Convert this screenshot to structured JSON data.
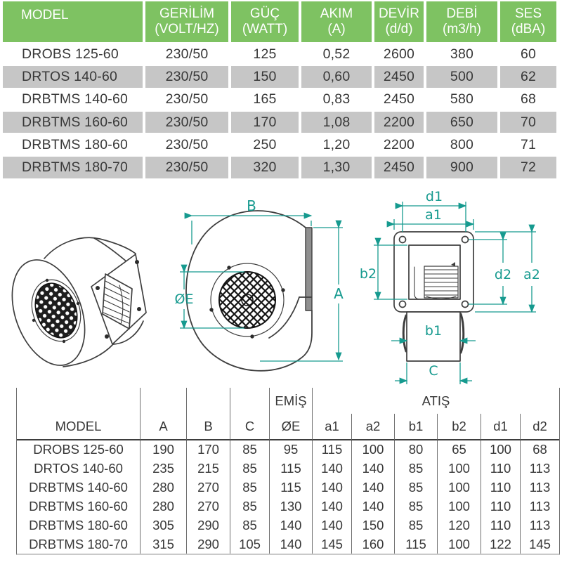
{
  "colors": {
    "header_green": "#7ec262",
    "row_gray": "#c6c6c6",
    "teal": "#169a8f",
    "ink": "#383838",
    "grid": "#6f6f6f"
  },
  "spec_table": {
    "headers": [
      {
        "label": "MODEL",
        "sub": ""
      },
      {
        "label": "GERİLİM",
        "sub": "(VOLT/HZ)"
      },
      {
        "label": "GÜÇ",
        "sub": "(WATT)"
      },
      {
        "label": "AKIM",
        "sub": "(A)"
      },
      {
        "label": "DEVİR",
        "sub": "(d/d)"
      },
      {
        "label": "DEBİ",
        "sub": "(m3/h)"
      },
      {
        "label": "SES",
        "sub": "(dBA)"
      }
    ],
    "rows": [
      [
        "DROBS 125-60",
        "230/50",
        "125",
        "0,52",
        "2600",
        "380",
        "60"
      ],
      [
        "DRTOS 140-60",
        "230/50",
        "150",
        "0,60",
        "2450",
        "500",
        "62"
      ],
      [
        "DRBTMS 140-60",
        "230/50",
        "165",
        "0,83",
        "2450",
        "580",
        "68"
      ],
      [
        "DRBTMS 160-60",
        "230/50",
        "170",
        "1,08",
        "2200",
        "650",
        "70"
      ],
      [
        "DRBTMS 180-60",
        "230/50",
        "250",
        "1,20",
        "2200",
        "800",
        "71"
      ],
      [
        "DRBTMS 180-70",
        "230/50",
        "320",
        "1,30",
        "2450",
        "900",
        "72"
      ]
    ]
  },
  "drawings": {
    "labels": {
      "b_width": "B",
      "a_height": "A",
      "oe": "ØE",
      "d1": "d1",
      "a1": "a1",
      "b2": "b2",
      "d2": "d2",
      "a2": "a2",
      "b1": "b1",
      "c": "C"
    }
  },
  "dim_table": {
    "group_headers": {
      "emis": "EMİŞ",
      "atis": "ATIŞ"
    },
    "headers": [
      "MODEL",
      "A",
      "B",
      "C",
      "ØE",
      "a1",
      "a2",
      "b1",
      "b2",
      "d1",
      "d2"
    ],
    "rows": [
      [
        "DROBS 125-60",
        "190",
        "170",
        "85",
        "95",
        "115",
        "100",
        "80",
        "65",
        "100",
        "68"
      ],
      [
        "DRTOS 140-60",
        "235",
        "215",
        "85",
        "115",
        "140",
        "140",
        "85",
        "100",
        "110",
        "113"
      ],
      [
        "DRBTMS 140-60",
        "280",
        "270",
        "85",
        "115",
        "140",
        "140",
        "85",
        "100",
        "110",
        "113"
      ],
      [
        "DRBTMS 160-60",
        "280",
        "270",
        "85",
        "130",
        "140",
        "140",
        "85",
        "100",
        "110",
        "113"
      ],
      [
        "DRBTMS 180-60",
        "305",
        "290",
        "85",
        "140",
        "140",
        "150",
        "85",
        "120",
        "110",
        "113"
      ],
      [
        "DRBTMS 180-70",
        "315",
        "290",
        "105",
        "140",
        "145",
        "160",
        "115",
        "100",
        "122",
        "145"
      ]
    ]
  }
}
